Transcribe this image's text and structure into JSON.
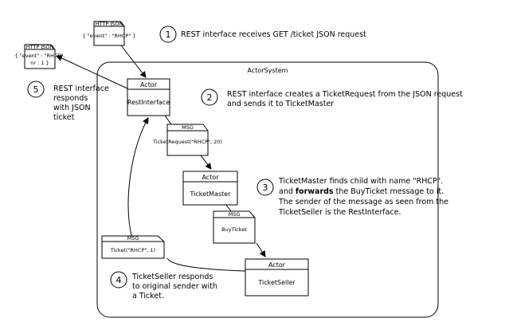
{
  "actor_system": {
    "label": "ActorSystem"
  },
  "actors": [
    {
      "id": "rest",
      "type": "Actor",
      "name": "RestInterface"
    },
    {
      "id": "master",
      "type": "Actor",
      "name": "TicketMaster"
    },
    {
      "id": "seller",
      "type": "Actor",
      "name": "TicketSeller"
    }
  ],
  "messages": {
    "http_request": {
      "header": "HTTP JSON",
      "body": "{ \"event\" : \"RHCP\" }"
    },
    "http_response": {
      "header": "HTTP JSON",
      "body_line1": "{ \"event\" : \"RHCP\",",
      "body_line2": "nr : 1 }"
    },
    "ticket_request": {
      "header": "MSG",
      "body": "TicketRequest(\"RHCP\", 20)"
    },
    "buy_ticket": {
      "header": "MSG",
      "body": "BuyTicket"
    },
    "ticket": {
      "header": "MSG",
      "body": "Ticket(\"RHCP\", 1)"
    }
  },
  "steps": [
    {
      "number": "1",
      "lines": [
        "REST interface receives GET /ticket JSON request"
      ]
    },
    {
      "number": "2",
      "lines": [
        "REST interface creates a TicketRequest from the JSON request",
        "and sends it to TicketMaster"
      ]
    },
    {
      "number": "3",
      "lines": [
        "TicketMaster finds child with name \"RHCP\".",
        "and ",
        "forwards",
        " the BuyTicket message to it.",
        "The sender of the message as seen from the",
        "TicketSeller is the RestInterface."
      ]
    },
    {
      "number": "4",
      "lines": [
        "TicketSeller responds",
        "to original sender with",
        "a Ticket."
      ]
    },
    {
      "number": "5",
      "lines": [
        "REST interface",
        "responds",
        "with JSON",
        "ticket"
      ]
    }
  ]
}
